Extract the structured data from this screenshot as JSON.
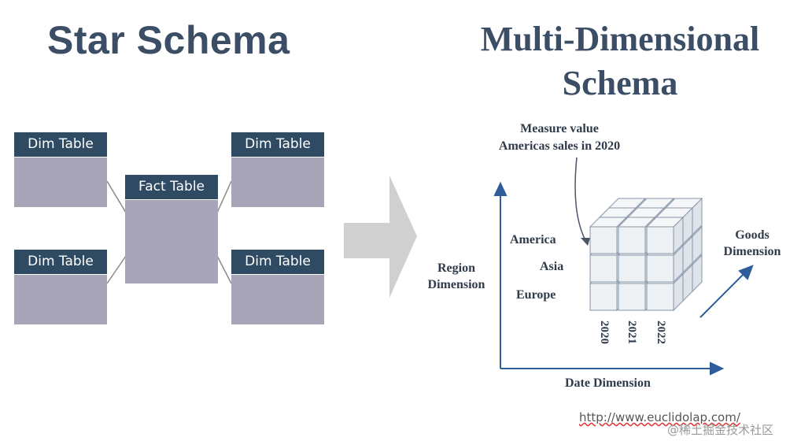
{
  "titles": {
    "star": "Star Schema",
    "multi_line1": "Multi-Dimensional",
    "multi_line2": "Schema"
  },
  "star_schema": {
    "dim_tables": [
      "Dim Table",
      "Dim Table",
      "Dim Table",
      "Dim Table"
    ],
    "fact_table": "Fact Table"
  },
  "cube": {
    "measure_label_line1": "Measure value",
    "measure_label_line2": "Americas sales in 2020",
    "region_axis_line1": "Region",
    "region_axis_line2": "Dimension",
    "regions": [
      "America",
      "Asia",
      "Europe"
    ],
    "years": [
      "2020",
      "2021",
      "2022"
    ],
    "date_axis": "Date Dimension",
    "goods_axis_line1": "Goods",
    "goods_axis_line2": "Dimension"
  },
  "footer": {
    "url": "http://www.euclidolap.com/",
    "credit": "@稀土掘金技术社区"
  },
  "colors": {
    "title": "#3b4e66",
    "table_header": "#2f4a63",
    "table_body": "#a8a5b8",
    "axis_arrow": "#2e5d9a",
    "big_arrow": "#d0d0d0"
  }
}
